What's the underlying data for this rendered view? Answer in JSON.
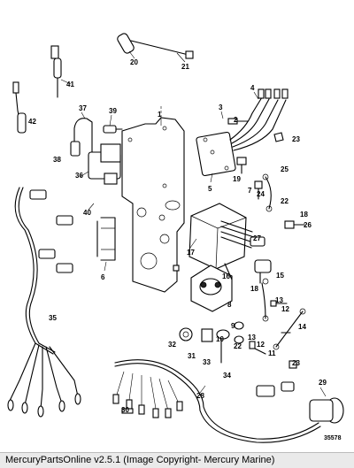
{
  "callouts": [
    "1",
    "2",
    "3",
    "4",
    "5",
    "6",
    "7",
    "8",
    "9",
    "10",
    "11",
    "12",
    "12",
    "13",
    "13",
    "14",
    "15",
    "16",
    "17",
    "18",
    "18",
    "19",
    "20",
    "21",
    "22",
    "22",
    "23",
    "23",
    "24",
    "25",
    "26",
    "27",
    "28",
    "29",
    "30",
    "31",
    "32",
    "33",
    "34",
    "35",
    "36",
    "37",
    "38",
    "39",
    "40",
    "41",
    "42"
  ],
  "figure_number": "35578",
  "footer": {
    "text": "MercuryPartsOnline v2.5.1 (Image Copyright- Mercury Marine)"
  }
}
